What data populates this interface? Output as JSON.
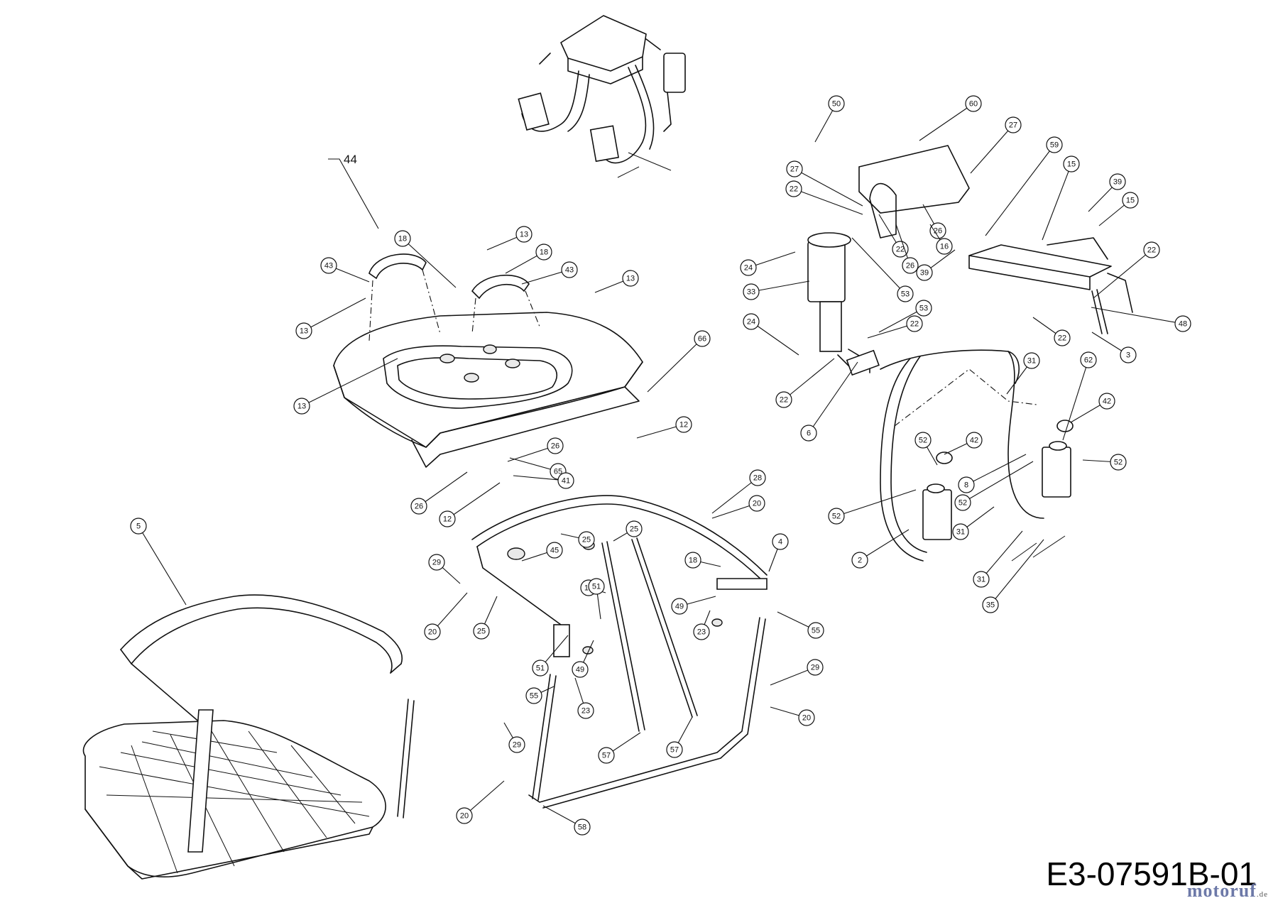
{
  "drawing_code": "E3-07591B-01",
  "watermark": {
    "brand": "motoruf",
    "suffix": ".de"
  },
  "top_label": "44",
  "callouts": [
    {
      "n": "50"
    },
    {
      "n": "60"
    },
    {
      "n": "27"
    },
    {
      "n": "27"
    },
    {
      "n": "22"
    },
    {
      "n": "59"
    },
    {
      "n": "15"
    },
    {
      "n": "39"
    },
    {
      "n": "15"
    },
    {
      "n": "26"
    },
    {
      "n": "16"
    },
    {
      "n": "22"
    },
    {
      "n": "26"
    },
    {
      "n": "22"
    },
    {
      "n": "24"
    },
    {
      "n": "33"
    },
    {
      "n": "53"
    },
    {
      "n": "39"
    },
    {
      "n": "53"
    },
    {
      "n": "24"
    },
    {
      "n": "22"
    },
    {
      "n": "48"
    },
    {
      "n": "22"
    },
    {
      "n": "3"
    },
    {
      "n": "22"
    },
    {
      "n": "6"
    },
    {
      "n": "31"
    },
    {
      "n": "62"
    },
    {
      "n": "42"
    },
    {
      "n": "52"
    },
    {
      "n": "42"
    },
    {
      "n": "8"
    },
    {
      "n": "52"
    },
    {
      "n": "52"
    },
    {
      "n": "52"
    },
    {
      "n": "31"
    },
    {
      "n": "2"
    },
    {
      "n": "31"
    },
    {
      "n": "35"
    },
    {
      "n": "18"
    },
    {
      "n": "13"
    },
    {
      "n": "18"
    },
    {
      "n": "43"
    },
    {
      "n": "43"
    },
    {
      "n": "13"
    },
    {
      "n": "13"
    },
    {
      "n": "13"
    },
    {
      "n": "66"
    },
    {
      "n": "12"
    },
    {
      "n": "26"
    },
    {
      "n": "65"
    },
    {
      "n": "41"
    },
    {
      "n": "26"
    },
    {
      "n": "12"
    },
    {
      "n": "5"
    },
    {
      "n": "28"
    },
    {
      "n": "20"
    },
    {
      "n": "25"
    },
    {
      "n": "25"
    },
    {
      "n": "45"
    },
    {
      "n": "4"
    },
    {
      "n": "29"
    },
    {
      "n": "18"
    },
    {
      "n": "20"
    },
    {
      "n": "25"
    },
    {
      "n": "19"
    },
    {
      "n": "51"
    },
    {
      "n": "49"
    },
    {
      "n": "23"
    },
    {
      "n": "55"
    },
    {
      "n": "51"
    },
    {
      "n": "49"
    },
    {
      "n": "55"
    },
    {
      "n": "23"
    },
    {
      "n": "29"
    },
    {
      "n": "20"
    },
    {
      "n": "57"
    },
    {
      "n": "57"
    },
    {
      "n": "29"
    },
    {
      "n": "20"
    },
    {
      "n": "58"
    }
  ]
}
